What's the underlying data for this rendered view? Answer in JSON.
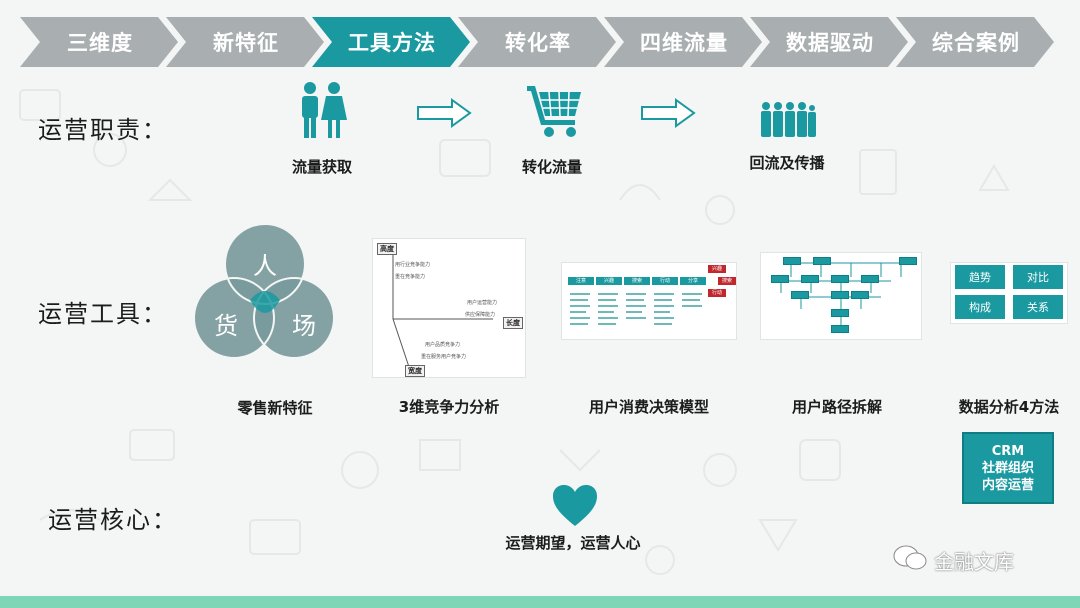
{
  "nav": {
    "steps": [
      "三维度",
      "新特征",
      "工具方法",
      "转化率",
      "四维流量",
      "数据驱动",
      "综合案例"
    ],
    "active_index": 2,
    "active_color": "#1a9aa0",
    "inactive_color": "#a9aeb0"
  },
  "rows": {
    "duties": "运营职责：",
    "tools": "运营工具：",
    "core": "运营核心："
  },
  "duties_flow": {
    "steps": [
      "流量获取",
      "转化流量",
      "回流及传播"
    ],
    "icons": [
      "couple-icon",
      "shopping-cart-icon",
      "crowd-icon"
    ]
  },
  "tools": {
    "venn": {
      "circles": [
        "人",
        "货",
        "场"
      ],
      "caption": "零售新特征"
    },
    "competitiveness": {
      "caption": "3维竞争力分析",
      "axes": [
        "高度",
        "长度",
        "宽度"
      ],
      "notes": [
        "用行业竞争能力",
        "重在竞争能力",
        "用户运营能力",
        "供应保障能力",
        "用户品质竞争力",
        "重在服务用户竞争力"
      ]
    },
    "decision_model": {
      "caption": "用户消费决策模型",
      "stages": [
        "注意",
        "兴趣",
        "搜索",
        "行动",
        "分享"
      ],
      "side_tags": [
        "兴趣",
        "搜索",
        "行动"
      ]
    },
    "path": {
      "caption": "用户路径拆解"
    },
    "analysis": {
      "caption": "数据分析4方法",
      "methods": [
        "趋势",
        "对比",
        "构成",
        "关系"
      ]
    },
    "crm": [
      "CRM",
      "社群组织",
      "内容运营"
    ]
  },
  "core": {
    "caption": "运营期望，运营人心",
    "icon": "heart-icon"
  },
  "watermark": "金融文库",
  "colors": {
    "teal": "#1a9aa0",
    "venn_gray": "#7a9a9c",
    "bottom_bar": "#7fd6b7"
  }
}
